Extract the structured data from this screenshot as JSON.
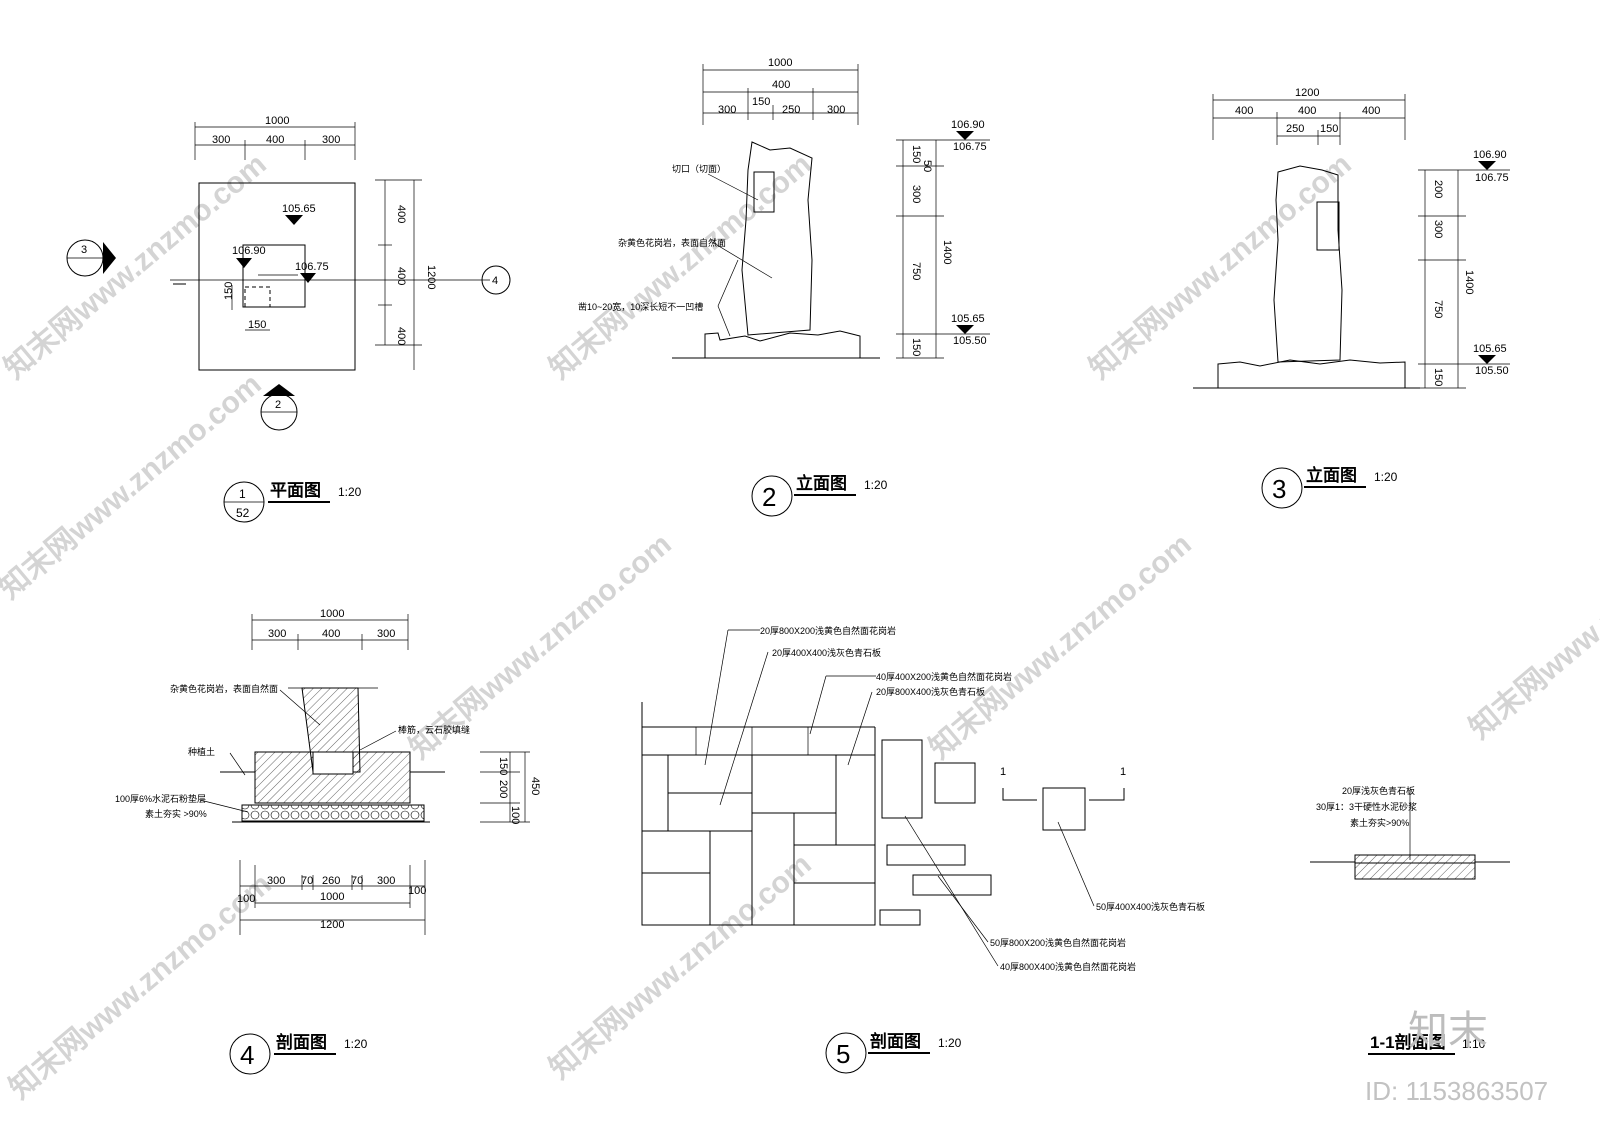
{
  "views": {
    "plan": {
      "title": "平面图",
      "scale": "1:20",
      "num": "1",
      "sheet": "52",
      "dims_top": [
        "1000",
        "300",
        "400",
        "300"
      ],
      "dims_right": [
        "400",
        "400",
        "400",
        "1200"
      ],
      "dims_small": [
        "150",
        "150"
      ],
      "elevations": [
        "105.65",
        "106.90",
        "106.75"
      ],
      "markers": [
        "3",
        "2",
        "4"
      ]
    },
    "elev2": {
      "title": "立面图",
      "scale": "1:20",
      "num": "2",
      "dims_top": [
        "1000",
        "400",
        "150",
        "300",
        "250",
        "300"
      ],
      "dims_right": [
        "150",
        "50",
        "300",
        "750",
        "150",
        "1400"
      ],
      "elevations": [
        "106.90",
        "106.75",
        "105.65",
        "105.50"
      ],
      "notes": [
        "切口（切面）",
        "杂黄色花岗岩，表面自然面",
        "凿10~20宽，10深长短不一凹槽"
      ]
    },
    "elev3": {
      "title": "立面图",
      "scale": "1:20",
      "num": "3",
      "dims_top": [
        "1200",
        "400",
        "400",
        "400",
        "250",
        "150"
      ],
      "dims_right": [
        "200",
        "300",
        "750",
        "150",
        "1400"
      ],
      "elevations": [
        "106.90",
        "106.75",
        "105.65",
        "105.50"
      ]
    },
    "sec4": {
      "title": "剖面图",
      "scale": "1:20",
      "num": "4",
      "dims_top": [
        "1000",
        "300",
        "400",
        "300"
      ],
      "dims_bottom": [
        "300",
        "70",
        "260",
        "70",
        "300",
        "100",
        "1000",
        "100",
        "1200"
      ],
      "dims_right": [
        "150",
        "200",
        "100",
        "450"
      ],
      "notes": [
        "杂黄色花岗岩，表面自然面",
        "种植土",
        "棒筋，云石胶填缝",
        "100厚6%水泥石粉垫层",
        "素土夯实 >90%"
      ]
    },
    "sec5": {
      "title": "剖面图",
      "scale": "1:20",
      "num": "5",
      "notes": [
        "20厚800X200浅黄色自然面花岗岩",
        "20厚400X400浅灰色青石板",
        "40厚400X200浅黄色自然面花岗岩",
        "20厚800X400浅灰色青石板",
        "50厚400X400浅灰色青石板",
        "50厚800X200浅黄色自然面花岗岩",
        "40厚800X400浅黄色自然面花岗岩"
      ],
      "cut": [
        "1",
        "1"
      ]
    },
    "sec11": {
      "title": "1-1剖面图",
      "scale": "1:10",
      "notes": [
        "20厚浅灰色青石板",
        "30厚1：3干硬性水泥砂浆",
        "素土夯实>90%"
      ]
    }
  },
  "watermark": {
    "text": "知末网www.znzmo.com",
    "brand": "知末",
    "id": "ID: 1153863507"
  }
}
